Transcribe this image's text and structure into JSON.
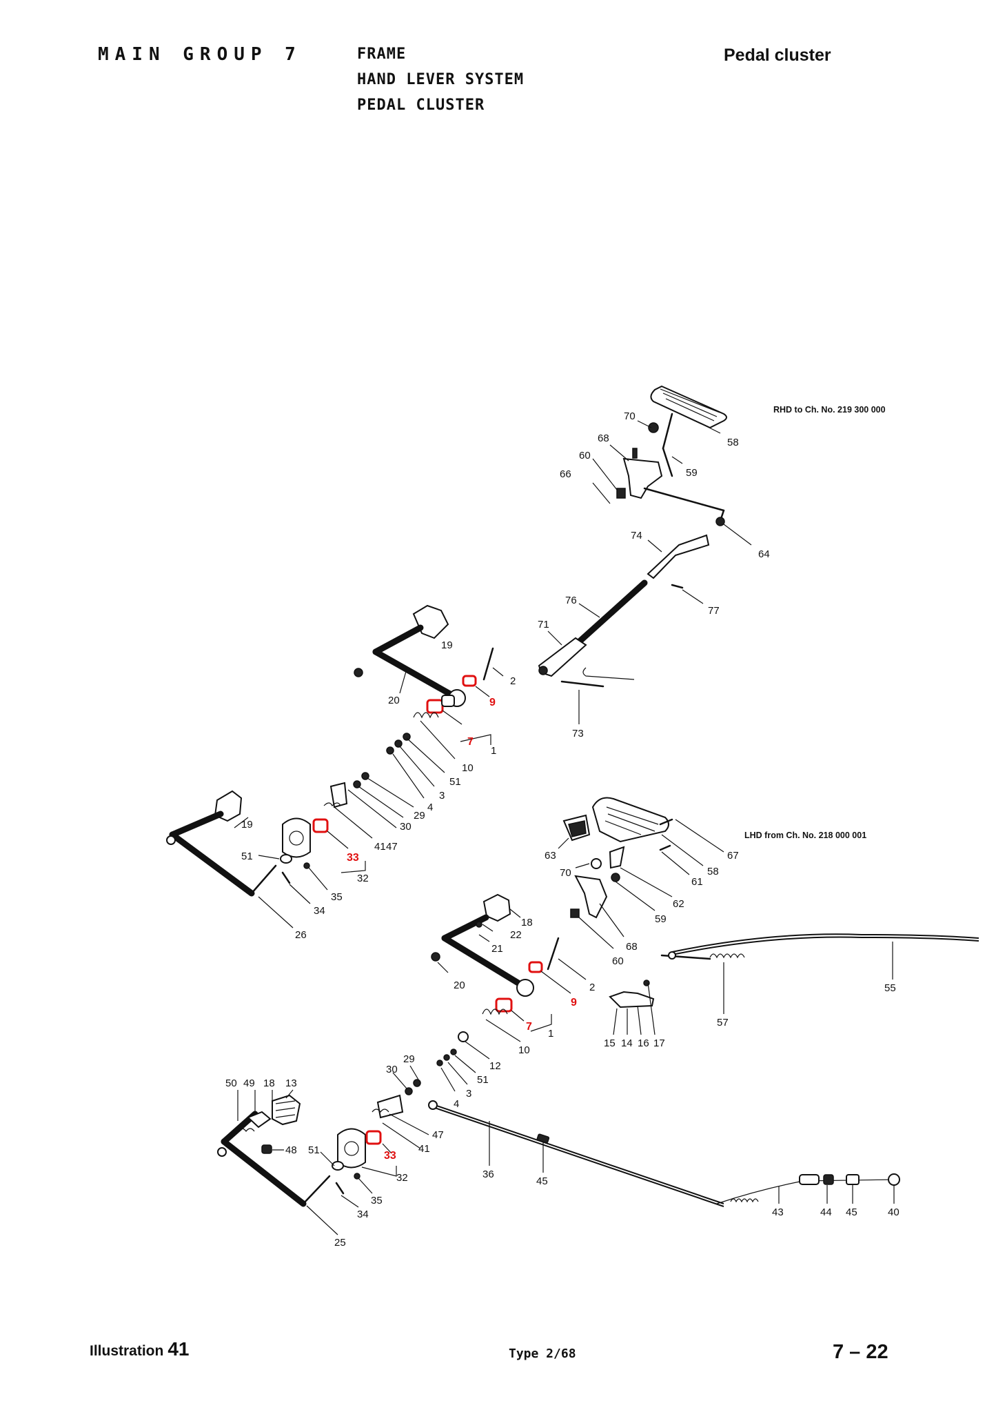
{
  "header": {
    "main_group": "MAIN GROUP 7",
    "title_lines": [
      "FRAME",
      "HAND LEVER SYSTEM",
      "PEDAL CLUSTER"
    ],
    "subject": "Pedal cluster"
  },
  "footer": {
    "illustration_label": "Illustration",
    "illustration_number": "41",
    "type": "Type 2/68",
    "page": "7 – 22"
  },
  "variants": {
    "rhd": "RHD to Ch. No. 219 300 000",
    "lhd": "LHD from Ch. No. 218 000 001"
  },
  "callouts": {
    "upper": [
      "70",
      "58",
      "68",
      "59",
      "60",
      "66",
      "64",
      "74",
      "77",
      "76",
      "71",
      "73",
      "19",
      "2",
      "20",
      "9",
      "7",
      "1",
      "10",
      "51",
      "3",
      "4",
      "29",
      "47",
      "30",
      "41",
      "19",
      "51",
      "33",
      "32",
      "35",
      "34",
      "26"
    ],
    "lower": [
      "67",
      "63",
      "58",
      "61",
      "70",
      "62",
      "59",
      "18",
      "22",
      "68",
      "21",
      "60",
      "20",
      "2",
      "9",
      "7",
      "1",
      "10",
      "12",
      "51",
      "29",
      "30",
      "3",
      "4",
      "55",
      "57",
      "15",
      "14",
      "16",
      "17",
      "50",
      "49",
      "18",
      "13",
      "48",
      "51",
      "33",
      "47",
      "41",
      "32",
      "35",
      "34",
      "25",
      "36",
      "45",
      "43",
      "44",
      "45",
      "40"
    ]
  },
  "highlighted_parts": [
    "9",
    "7",
    "33"
  ],
  "colors": {
    "highlight": "#e01010",
    "ink": "#111111"
  }
}
